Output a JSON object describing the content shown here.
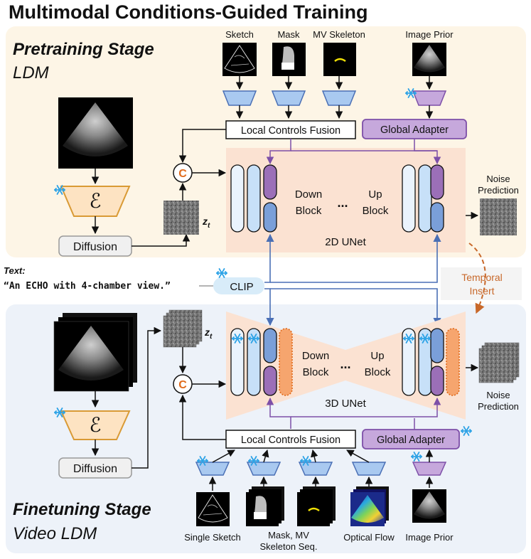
{
  "title": "Multimodal Conditions-Guided Training",
  "pretrain": {
    "stage_label": "Pretraining Stage",
    "model_label": "LDM",
    "inputs": [
      "Sketch",
      "Mask",
      "MV Skeleton"
    ],
    "image_prior": "Image Prior",
    "local_fusion": "Local Controls Fusion",
    "global_adapter": "Global Adapter",
    "down_block_1": "Down",
    "down_block_2": "Block",
    "up_block_1": "Up",
    "up_block_2": "Block",
    "ellipsis": "...",
    "unet_label": "2D UNet",
    "output_1": "Noise",
    "output_2": "Prediction",
    "diffusion": "Diffusion",
    "encoder_symbol": "ℰ",
    "concat_symbol": "C",
    "latent_main": "z",
    "latent_sub": "t"
  },
  "text_prompt": {
    "label": "Text:",
    "value": "“An ECHO with 4-chamber view.”",
    "clip": "CLIP"
  },
  "temporal_insert": {
    "line1": "Temporal",
    "line2": "Insert"
  },
  "finetune": {
    "stage_label": "Finetuning Stage",
    "model_label": "Video LDM",
    "local_fusion": "Local Controls Fusion",
    "global_adapter": "Global Adapter",
    "down_block_1": "Down",
    "down_block_2": "Block",
    "up_block_1": "Up",
    "up_block_2": "Block",
    "ellipsis": "...",
    "unet_label": "3D UNet",
    "output_1": "Noise",
    "output_2": "Prediction",
    "diffusion": "Diffusion",
    "encoder_symbol": "ℰ",
    "concat_symbol": "C",
    "latent_main": "z",
    "latent_sub": "t",
    "inputs": [
      "Single Sketch",
      "Mask, MV",
      "Skeleton Seq.",
      "Optical Flow",
      "Image Prior"
    ]
  },
  "colors": {
    "pretrain_bg": "#fdf5e6",
    "finetune_bg": "#edf2f9",
    "unet_bg": "#fbe2d2",
    "adapter_purple": "#9b6fb8",
    "adapter_fill": "#c6a8dc",
    "encoder_fill": "#fde3c2",
    "encoder_stroke": "#d99a35",
    "arrow_blue": "#4a6fb5",
    "arrow_purple": "#7d4fa8",
    "light_blue": "#a9c9f0",
    "snow_blue": "#2ea3e6",
    "concat_orange": "#e06a1b",
    "temporal_orange": "#c8682a"
  }
}
